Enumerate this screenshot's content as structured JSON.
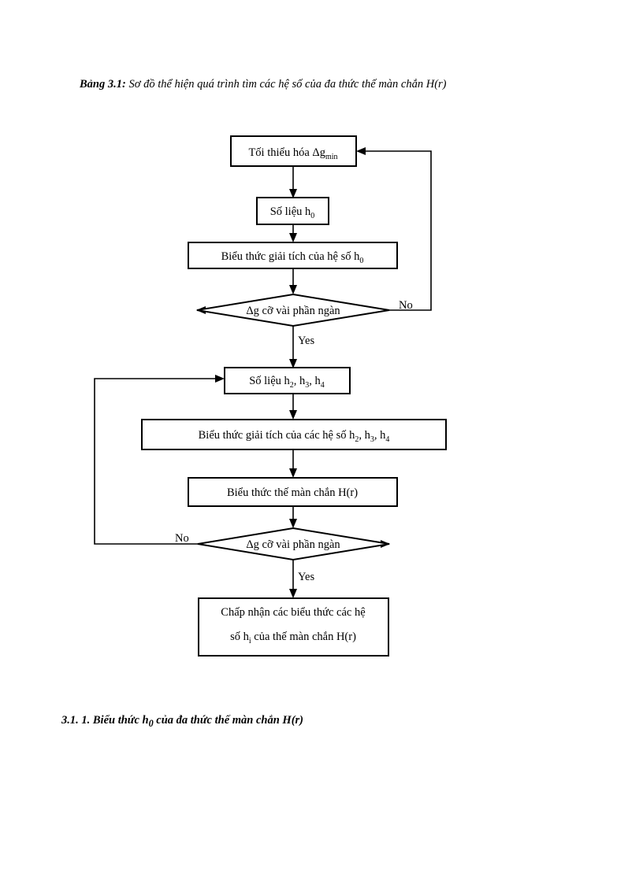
{
  "document": {
    "caption": {
      "lead": "Bảng 3.1:",
      "text": " Sơ đồ thể hiện quá trình tìm các hệ số của đa thức thế màn chắn H(r)"
    },
    "section_heading": "3.1. 1. Biểu thức h0 của đa thức thế màn chắn H(r)",
    "section_heading_parts": {
      "prefix": "3.1. 1. Biểu thức h",
      "sub": "0",
      "suffix": " của đa thức thế màn chắn H(r)"
    }
  },
  "flowchart": {
    "title": "Sơ đồ thể hiện quá trình tìm các hệ số của đa thức thế màn chắn H(r)",
    "type": "flowchart",
    "nodes": [
      {
        "id": "n1",
        "shape": "process",
        "text": "Tối thiểu hóa Δg",
        "sub": "min",
        "suffix": ""
      },
      {
        "id": "n2",
        "shape": "process",
        "text": "Số liệu h",
        "sub": "0",
        "suffix": ""
      },
      {
        "id": "n3",
        "shape": "process",
        "text": "Biểu thức giải tích của hệ số h",
        "sub": "0",
        "suffix": ""
      },
      {
        "id": "d1",
        "shape": "decision",
        "text": "Δg cỡ vài phần ngàn",
        "sub": "",
        "suffix": ""
      },
      {
        "id": "n4",
        "shape": "process",
        "text": "Số liệu h",
        "sub": "2",
        "suffix": ", h",
        "sub2": "3",
        "suffix2": ", h",
        "sub3": "4",
        "suffix3": ""
      },
      {
        "id": "n5",
        "shape": "process",
        "text": "Biểu thức giải tích của các hệ số h",
        "sub": "2",
        "suffix": ", h",
        "sub2": "3",
        "suffix2": ", h",
        "sub3": "4",
        "suffix3": ""
      },
      {
        "id": "n6",
        "shape": "process",
        "text": "Biểu thức thế màn chắn H(r)",
        "sub": "",
        "suffix": ""
      },
      {
        "id": "d2",
        "shape": "decision",
        "text": "Δg cỡ vài phần ngàn",
        "sub": "",
        "suffix": ""
      },
      {
        "id": "n7",
        "shape": "process",
        "line1": "Chấp nhận các biểu thức các hệ",
        "line2_prefix": "số h",
        "line2_sub": "i",
        "line2_suffix": " của thế màn chắn H(r)"
      }
    ],
    "edge_labels": {
      "d1_no": "No",
      "d1_yes": "Yes",
      "d2_no": "No",
      "d2_yes": "Yes"
    },
    "colors": {
      "stroke": "#000000",
      "fill": "#ffffff",
      "text": "#000000"
    }
  }
}
